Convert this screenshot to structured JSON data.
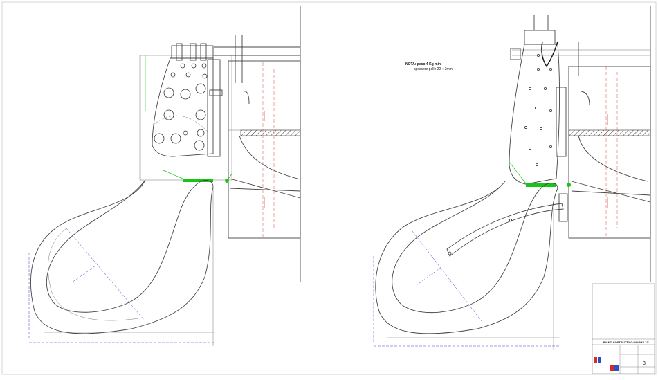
{
  "note": {
    "line1": "NOTA: peso 4 Kg min",
    "line2": "spessore pelle 22 ÷ 3mm"
  },
  "title_block": {
    "title": "PIANO COSTRUTTIVO DINGHY 12'",
    "sheet_number": "3"
  },
  "colors": {
    "accent_green": "#18c418",
    "dimension_blue": "#3a3acc",
    "dimension_red": "#d24a4a",
    "logo_red": "#d42a2a",
    "logo_blue": "#2a52c4"
  }
}
